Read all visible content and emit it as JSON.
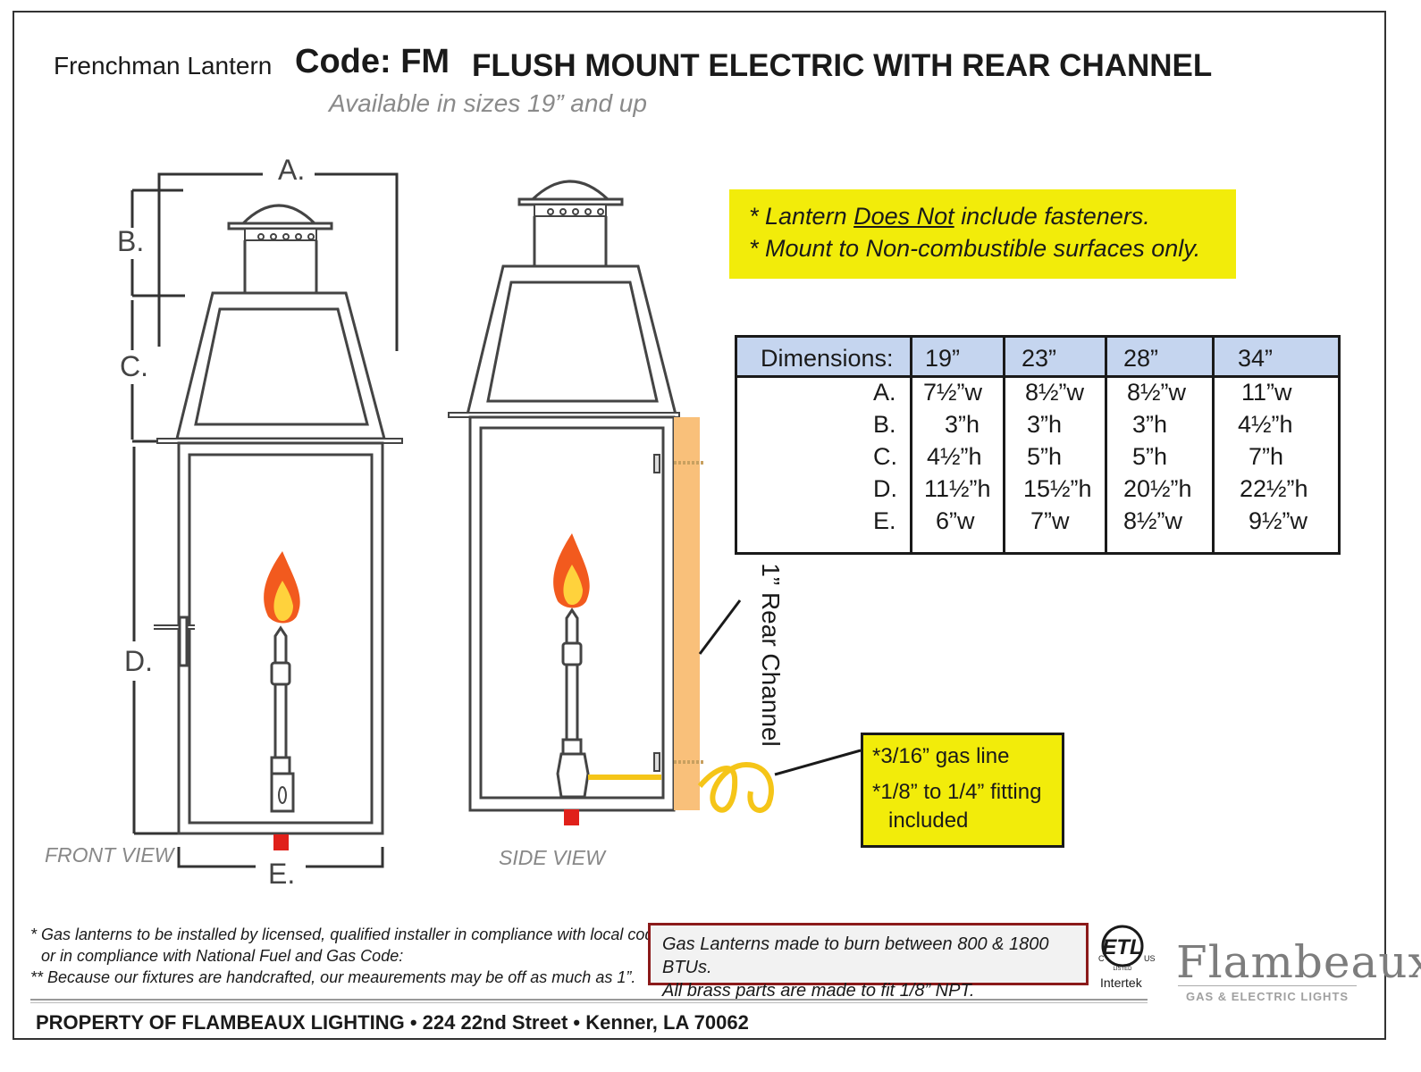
{
  "header": {
    "brand": "Frenchman Lantern",
    "code": "Code: FM",
    "title": "FLUSH MOUNT ELECTRIC WITH REAR CHANNEL",
    "subtitle": "Available in sizes 19” and up"
  },
  "diagram": {
    "labels": {
      "a": "A.",
      "b": "B.",
      "c": "C.",
      "d": "D.",
      "e": "E."
    },
    "front_view": "FRONT VIEW",
    "side_view": "SIDE VIEW",
    "rear_channel": "1” Rear Channel",
    "colors": {
      "flame_outer": "#f25a1e",
      "flame_inner": "#ffd23c",
      "channel": "#f9c07a",
      "gas_line": "#f5c518",
      "valve": "#e0201a",
      "note_yellow": "#f2ec0a",
      "table_header": "#c5d5ef"
    }
  },
  "notes": {
    "line1_prefix": "* Lantern",
    "line1_emph": "Does Not",
    "line1_suffix": "include fasteners.",
    "line2": "* Mount to Non-combustible surfaces only."
  },
  "dimensions_table": {
    "header_label": "Dimensions:",
    "columns": [
      "19”",
      "23”",
      "28”",
      "34”"
    ],
    "rows": [
      {
        "label": "A.",
        "values": [
          "7½”w",
          "8½”w",
          "8½”w",
          "11”w"
        ]
      },
      {
        "label": "B.",
        "values": [
          "3”h",
          "3”h",
          "3”h",
          "4½”h"
        ]
      },
      {
        "label": "C.",
        "values": [
          "4½”h",
          "5”h",
          "5”h",
          "7”h"
        ]
      },
      {
        "label": "D.",
        "values": [
          "11½”h",
          "15½”h",
          "20½”h",
          "22½”h"
        ]
      },
      {
        "label": "E.",
        "values": [
          "6”w",
          "7”w",
          "8½”w",
          "9½”w"
        ]
      }
    ]
  },
  "gas_note": {
    "line1": "*3/16” gas line",
    "line2": "*1/8” to 1/4” fitting",
    "line3": "included"
  },
  "disclaimer": {
    "line1": "* Gas lanterns to be installed by licensed, qualified installer in compliance with local codes,",
    "line2": "or in compliance with National Fuel and Gas Code:",
    "line3": "** Because our fixtures are handcrafted, our meaurements may be off as much as 1”."
  },
  "btu_note": {
    "line1": "Gas Lanterns made to burn between 800 & 1800 BTUs.",
    "line2": "All brass parts are made to fit 1/8” NPT."
  },
  "certification": {
    "mark": "ETL",
    "c": "C",
    "us": "US",
    "listed": "LISTED",
    "org": "Intertek"
  },
  "logo": {
    "name": "Flambeaux",
    "tagline": "GAS & ELECTRIC LIGHTS"
  },
  "footer": "PROPERTY OF FLAMBEAUX LIGHTING • 224 22nd Street • Kenner, LA 70062"
}
